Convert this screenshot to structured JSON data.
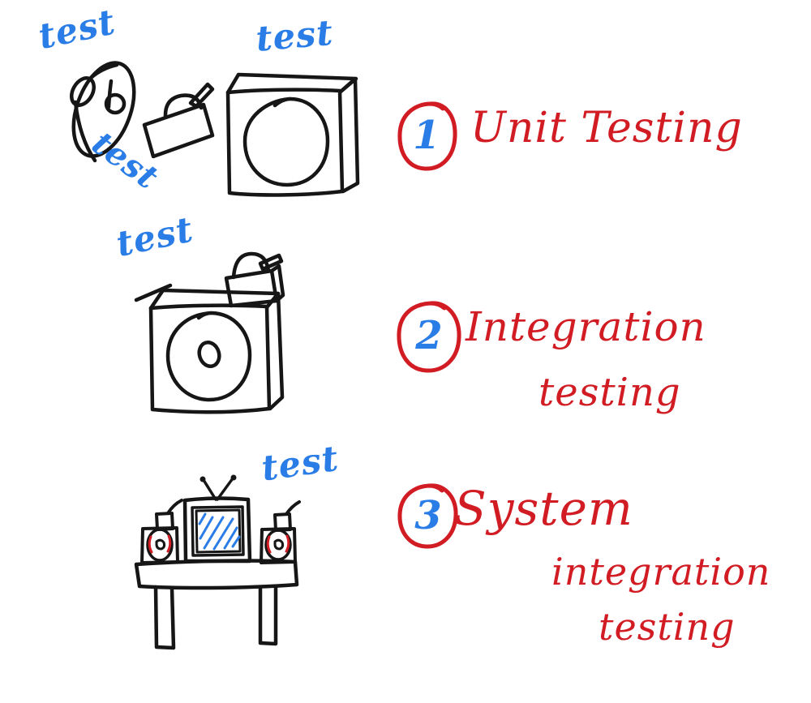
{
  "colors": {
    "background": "#ffffff",
    "ink": "#161616",
    "annotation_blue": "#2a7de6",
    "label_red": "#d21c24"
  },
  "annotation_word": "test",
  "steps": [
    {
      "number": "1",
      "lines": [
        "Unit Testing"
      ],
      "test_labels": [
        "test",
        "test",
        "test"
      ],
      "sketch": "speaker-parts-horn-tweeter-and-empty-cabinet"
    },
    {
      "number": "2",
      "lines": [
        "Integration",
        "testing"
      ],
      "test_labels": [
        "test"
      ],
      "sketch": "speaker-cabinet-with-woofer-and-tweeter-mounted"
    },
    {
      "number": "3",
      "lines": [
        "System",
        "integration",
        "testing"
      ],
      "test_labels": [
        "test"
      ],
      "sketch": "tv-with-two-speakers-on-table"
    }
  ]
}
